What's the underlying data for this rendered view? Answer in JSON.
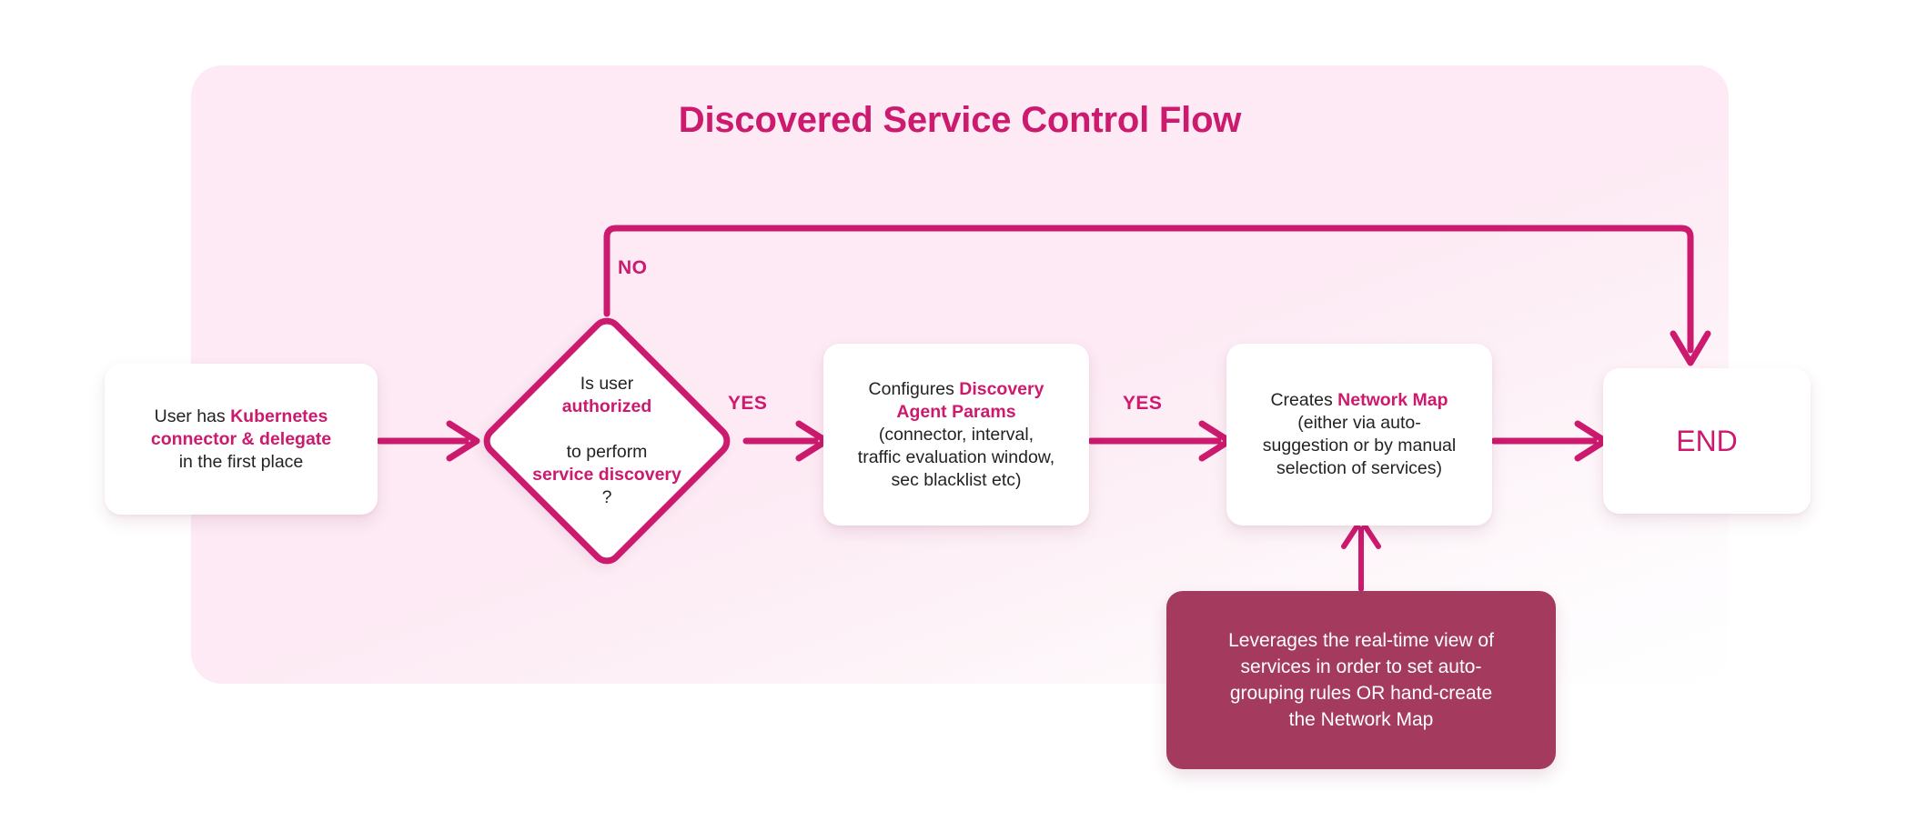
{
  "diagram": {
    "title": "Discovered Service Control Flow",
    "accent_color": "#cc1a6e",
    "panel_color": "#fdeaf4",
    "note_color": "#a43a5d",
    "text_color": "#232323"
  },
  "nodes": {
    "start": {
      "id": "start",
      "shape": "rounded-rect",
      "text_plain": "User has Kubernetes connector & delegate in the first place",
      "text_html": "User has <b>Kubernetes<br>connector &amp; delegate</b><br>in the first place"
    },
    "decision": {
      "id": "decision",
      "shape": "diamond",
      "text_plain": "Is user authorized to perform service discovery?",
      "text_html": "Is user<br><b>authorized</b><br>to perform<br><b>service discovery</b>?"
    },
    "config": {
      "id": "config",
      "shape": "rounded-rect",
      "text_plain": "Configures Discovery Agent Params (connector, interval, traffic evaluation window, sec blacklist etc)",
      "text_html": "Configures <b>Discovery<br>Agent Params</b><br>(connector, interval,<br>traffic evaluation window,<br>sec blacklist etc)"
    },
    "netmap": {
      "id": "netmap",
      "shape": "rounded-rect",
      "text_plain": "Creates Network Map (either via auto-suggestion or by manual selection of services)",
      "text_html": "Creates <b>Network Map</b><br>(either via auto-<br>suggestion or by manual<br>selection of services)"
    },
    "end": {
      "id": "end",
      "shape": "rounded-rect",
      "text_plain": "END",
      "text_html": "END"
    },
    "note": {
      "id": "note",
      "shape": "rounded-rect-filled",
      "text_plain": "Leverages the real-time view of services in order to set auto-grouping rules OR hand-create the Network Map",
      "text_html": "Leverages the real-time view of<br>services in order to set auto-<br>grouping rules OR hand-create<br>the Network Map"
    }
  },
  "edges": [
    {
      "id": "start-to-decision",
      "from": "start",
      "to": "decision",
      "label": ""
    },
    {
      "id": "decision-no-to-end",
      "from": "decision",
      "to": "end",
      "label": "NO"
    },
    {
      "id": "decision-yes-to-config",
      "from": "decision",
      "to": "config",
      "label": "YES"
    },
    {
      "id": "config-yes-to-netmap",
      "from": "config",
      "to": "netmap",
      "label": "YES"
    },
    {
      "id": "netmap-to-end",
      "from": "netmap",
      "to": "end",
      "label": ""
    },
    {
      "id": "note-to-netmap",
      "from": "note",
      "to": "netmap",
      "label": ""
    }
  ],
  "edge_labels": {
    "no": "NO",
    "yes_1": "YES",
    "yes_2": "YES"
  }
}
